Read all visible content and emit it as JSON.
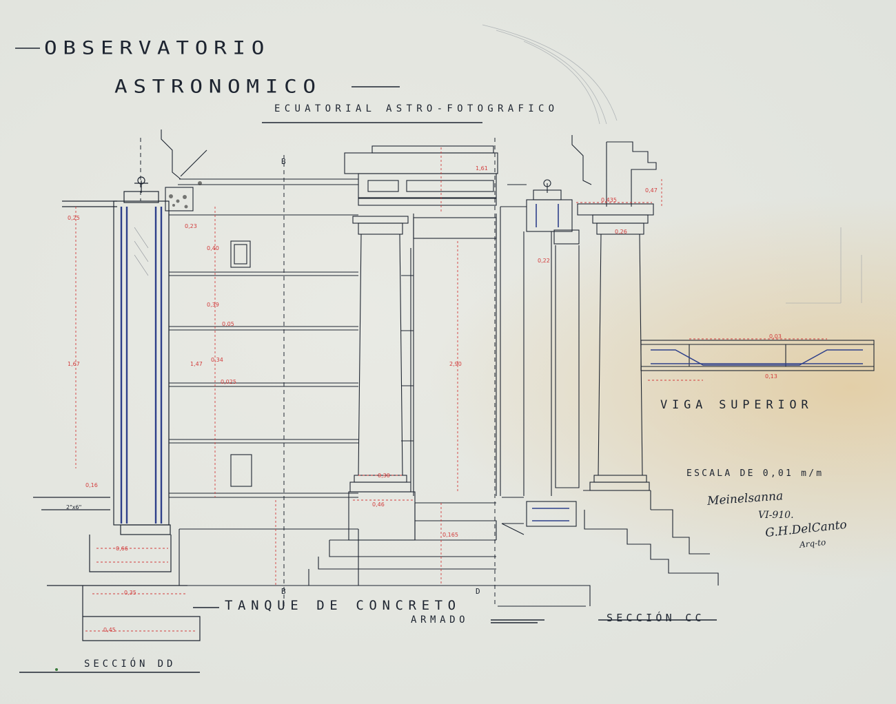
{
  "title": {
    "line1": "OBSERVATORIO",
    "line2": "ASTRONOMICO",
    "subtitle": "ECUATORIAL ASTRO-FOTOGRAFICO"
  },
  "labels": {
    "tanque": "TANQUE DE CONCRETO",
    "armado": "ARMADO",
    "seccion_cc": "SECCIÓN CC",
    "viga": "VIGA SUPERIOR",
    "seccion_dd": "SECCIÓN DD",
    "escala": "ESCALA DE 0,01 m/m"
  },
  "section_marks": [
    "B",
    "B",
    "D"
  ],
  "signatures": {
    "author": "Meinelsanna",
    "date": "VI-910.",
    "architect": "G.H.DelCanto",
    "title": "Arq-to"
  },
  "dimensions": [
    {
      "id": "d-0-25",
      "text": "0,25"
    },
    {
      "id": "d-0-16",
      "text": "0,16"
    },
    {
      "id": "d-1-67",
      "text": "1,67"
    },
    {
      "id": "d-0-23",
      "text": "0,23"
    },
    {
      "id": "d-0-40",
      "text": "0,40"
    },
    {
      "id": "d-0-39",
      "text": "0,39"
    },
    {
      "id": "d-0-34",
      "text": "0,34"
    },
    {
      "id": "d-1-47",
      "text": "1,47"
    },
    {
      "id": "d-0-025",
      "text": "0,025"
    },
    {
      "id": "d-0-05",
      "text": "0,05"
    },
    {
      "id": "d-2-90",
      "text": "2,90"
    },
    {
      "id": "d-1-61",
      "text": "1,61"
    },
    {
      "id": "d-0-46",
      "text": "0,46"
    },
    {
      "id": "d-0-165",
      "text": "0,165"
    },
    {
      "id": "d-0-435",
      "text": "0,435"
    },
    {
      "id": "d-0-22",
      "text": "0,22"
    },
    {
      "id": "d-0-26",
      "text": "0,26"
    },
    {
      "id": "d-0-47",
      "text": "0,47"
    },
    {
      "id": "d-0-35",
      "text": "0,35"
    },
    {
      "id": "d-0-45",
      "text": "0,45"
    },
    {
      "id": "d-0-30",
      "text": "0,30"
    },
    {
      "id": "d-0-66",
      "text": "0,66"
    },
    {
      "id": "d-0-13",
      "text": "0,13"
    },
    {
      "id": "d-2x4",
      "text": "2\"x6\""
    },
    {
      "id": "d-0-03",
      "text": "0,03"
    }
  ],
  "colors": {
    "paper": "#e3e5df",
    "ink": "#1d2430",
    "dimension_red": "#d23a3a",
    "rebar_blue": "#2d3f8a",
    "stain": "#e2c99c"
  }
}
